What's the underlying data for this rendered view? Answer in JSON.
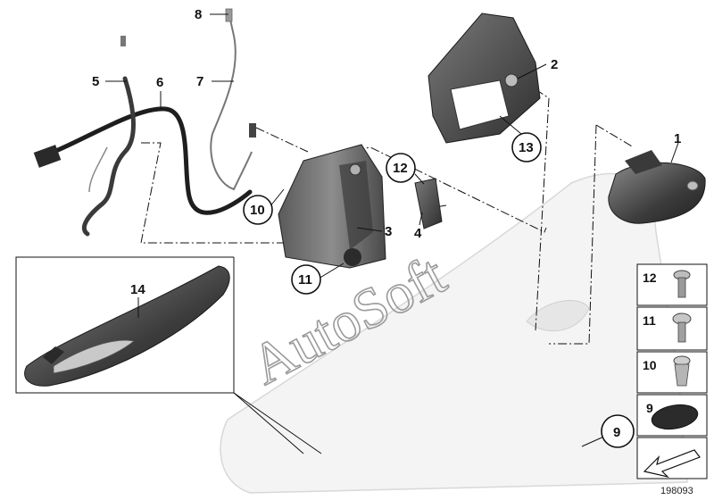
{
  "callouts": {
    "c1": "1",
    "c2": "2",
    "c3": "3",
    "c4": "4",
    "c5": "5",
    "c6": "6",
    "c7": "7",
    "c8": "8",
    "c9": "9",
    "c10": "10",
    "c11": "11",
    "c12": "12",
    "c13": "13",
    "c14": "14"
  },
  "legend": [
    {
      "label": "12",
      "icon": "screw-icon"
    },
    {
      "label": "11",
      "icon": "flange-screw-icon"
    },
    {
      "label": "10",
      "icon": "expanding-rivet-icon"
    },
    {
      "label": "9",
      "icon": "oval-cap-icon"
    },
    {
      "label": "",
      "icon": "arrow-icon"
    }
  ],
  "watermark": "AutoSoft",
  "diagram_id": "198093",
  "colors": {
    "line": "#111111",
    "part_dark": "#3a3a3a",
    "part_mid": "#6e6e6e",
    "part_light": "#bdbdbd",
    "door_shade": "#f0f0f0"
  }
}
